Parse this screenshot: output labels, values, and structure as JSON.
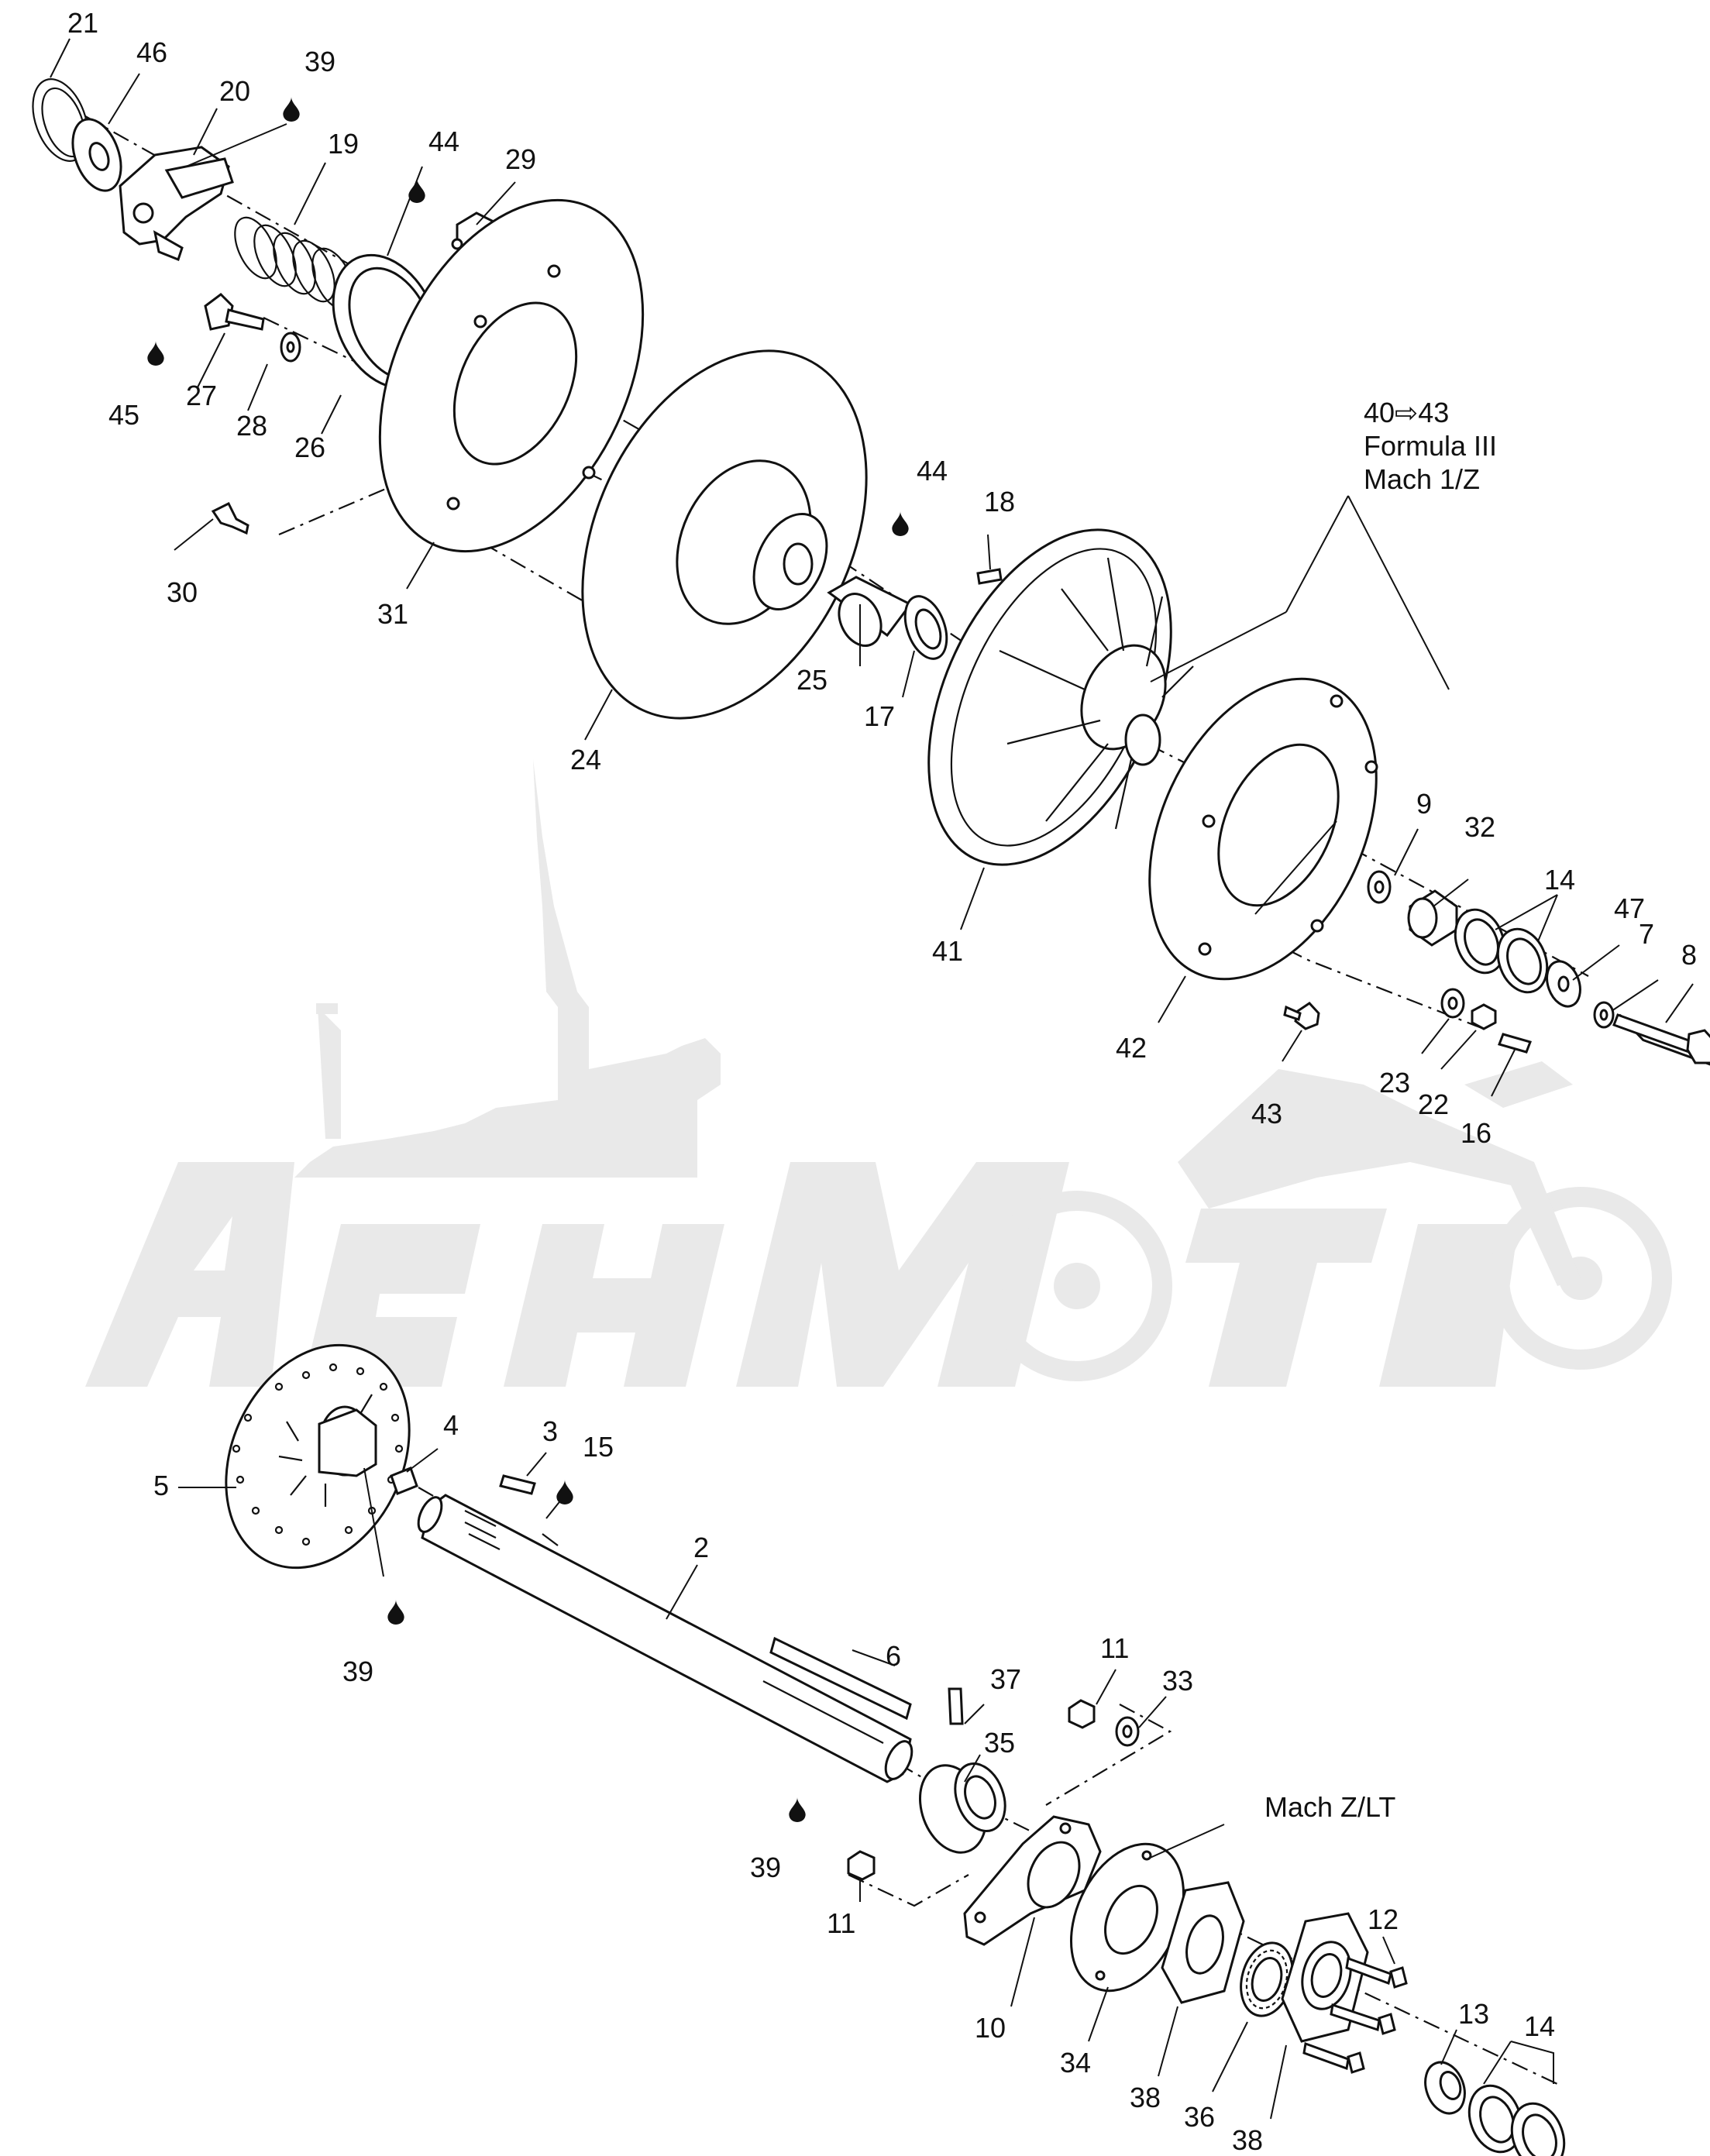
{
  "watermark": {
    "text": "ЛенМото"
  },
  "notes": {
    "group_40_43": "40⇨43",
    "formula": "Formula III",
    "mach": "Mach 1/Z",
    "mach_zlt": "Mach Z/LT"
  },
  "callouts": {
    "c21": "21",
    "c46": "46",
    "c20": "20",
    "c39a": "39",
    "c19": "19",
    "c44a": "44",
    "c29": "29",
    "c45": "45",
    "c27": "27",
    "c28": "28",
    "c26": "26",
    "c30": "30",
    "c31": "31",
    "c24": "24",
    "c44b": "44",
    "c18": "18",
    "c25": "25",
    "c17": "17",
    "c41": "41",
    "c9": "9",
    "c32": "32",
    "c14a": "14",
    "c47": "47",
    "c7": "7",
    "c8": "8",
    "c42": "42",
    "c23": "23",
    "c22": "22",
    "c16": "16",
    "c43": "43",
    "c5": "5",
    "c4": "4",
    "c3": "3",
    "c15": "15",
    "c2": "2",
    "c39b": "39",
    "c6": "6",
    "c37": "37",
    "c35": "35",
    "c11a": "11",
    "c33": "33",
    "c39c": "39",
    "c11b": "11",
    "c10": "10",
    "c34": "34",
    "c38a": "38",
    "c36": "36",
    "c38b": "38",
    "c12": "12",
    "c13": "13",
    "c14b": "14"
  },
  "icons": {
    "lubricant": "oil-drop-icon"
  }
}
